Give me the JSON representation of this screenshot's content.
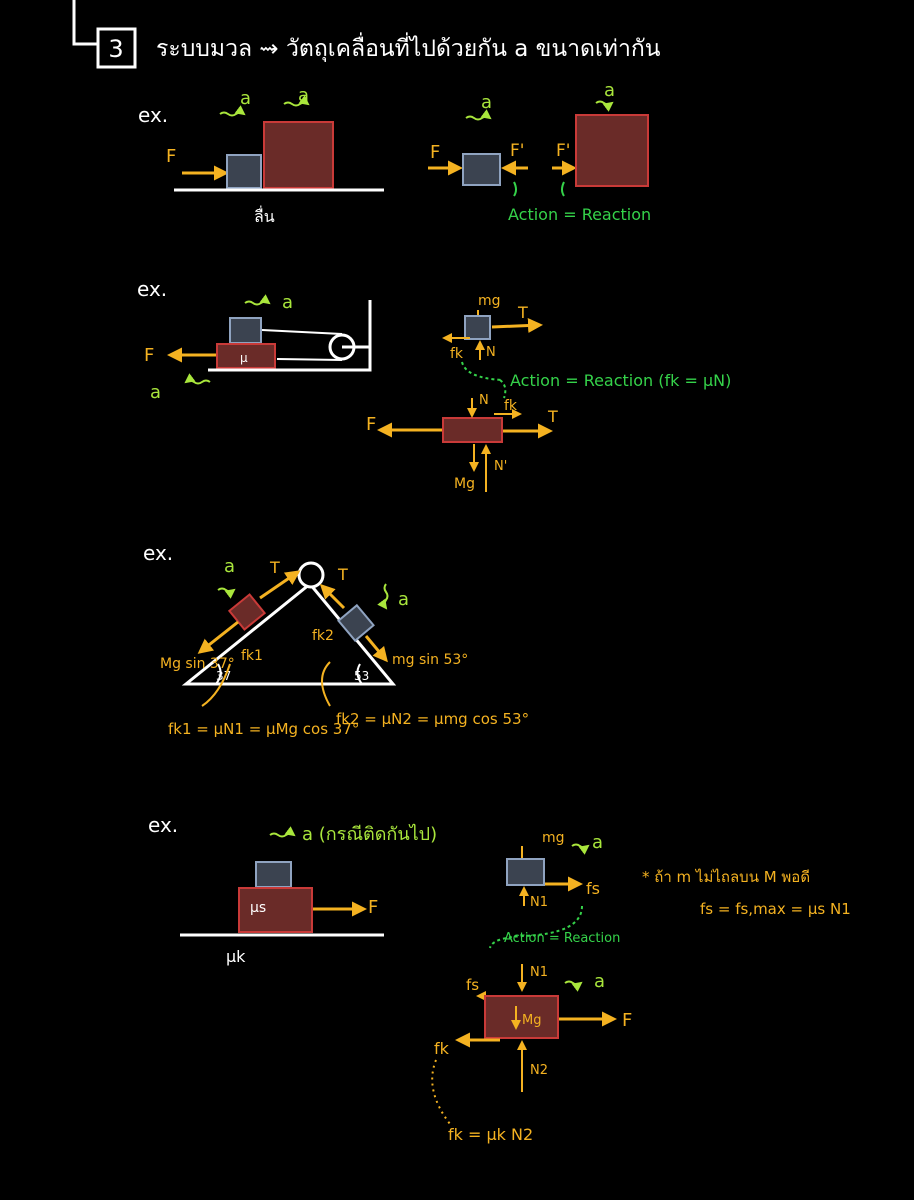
{
  "header": {
    "number": "3",
    "title": "ระบบมวล ⇝ วัตถุเคลื่อนที่ไปด้วยกัน a ขนาดเท่ากัน"
  },
  "ex_label": "ex.",
  "ex1": {
    "a1": "a",
    "a2": "a",
    "F": "F",
    "surface": "ลื่น",
    "a3": "a",
    "a4": "a",
    "F2": "F",
    "Fp1": "F'",
    "Fp2": "F'",
    "action": "Action = Reaction"
  },
  "ex2": {
    "a_top": "a",
    "F": "F",
    "mu": "μ",
    "a_left": "a",
    "mg": "mg",
    "T": "T",
    "fk": "fk",
    "N": "N",
    "action": "Action = Reaction  (fk = μN)",
    "F2": "F",
    "N2": "N",
    "fk2": "fk",
    "T2": "T",
    "Mg": "Mg",
    "Np": "N'"
  },
  "ex3": {
    "a1": "a",
    "T1": "T",
    "T2": "T",
    "a2": "a",
    "Mgsin": "Mg sin 37°",
    "fk1": "fk1",
    "fk2": "fk2",
    "mgsin": "mg sin 53°",
    "ang1": "37",
    "ang2": "53",
    "eq1": "fk1 = μN1 = μMg cos 37°",
    "eq2": "fk2 = μN2 = μmg cos 53°"
  },
  "ex4": {
    "a_top": "a (กรณีติดกันไป)",
    "mus": "μs",
    "F": "F",
    "muk": "μk",
    "mg": "mg",
    "a_r": "a",
    "fs": "fs",
    "N1": "N1",
    "note1": "* ถ้า m ไม่ไถลบน M พอดี",
    "note2": "fs = fs,max = μs N1",
    "action": "Action = Reaction",
    "fs2": "fs",
    "N1b": "N1",
    "a2": "a",
    "Mg": "Mg",
    "F2": "F",
    "fk": "fk",
    "N2": "N2",
    "fkeq": "fk = μk N2"
  },
  "colors": {
    "background": "#000000",
    "ink": "#ffffff",
    "force": "#f4b221",
    "note": "#35d24a",
    "accel": "#a9e63c",
    "big_block": "#6a2b28",
    "big_block_edge": "#c93a38",
    "small_block": "#3b4350",
    "small_block_edge": "#8fa3c0"
  }
}
